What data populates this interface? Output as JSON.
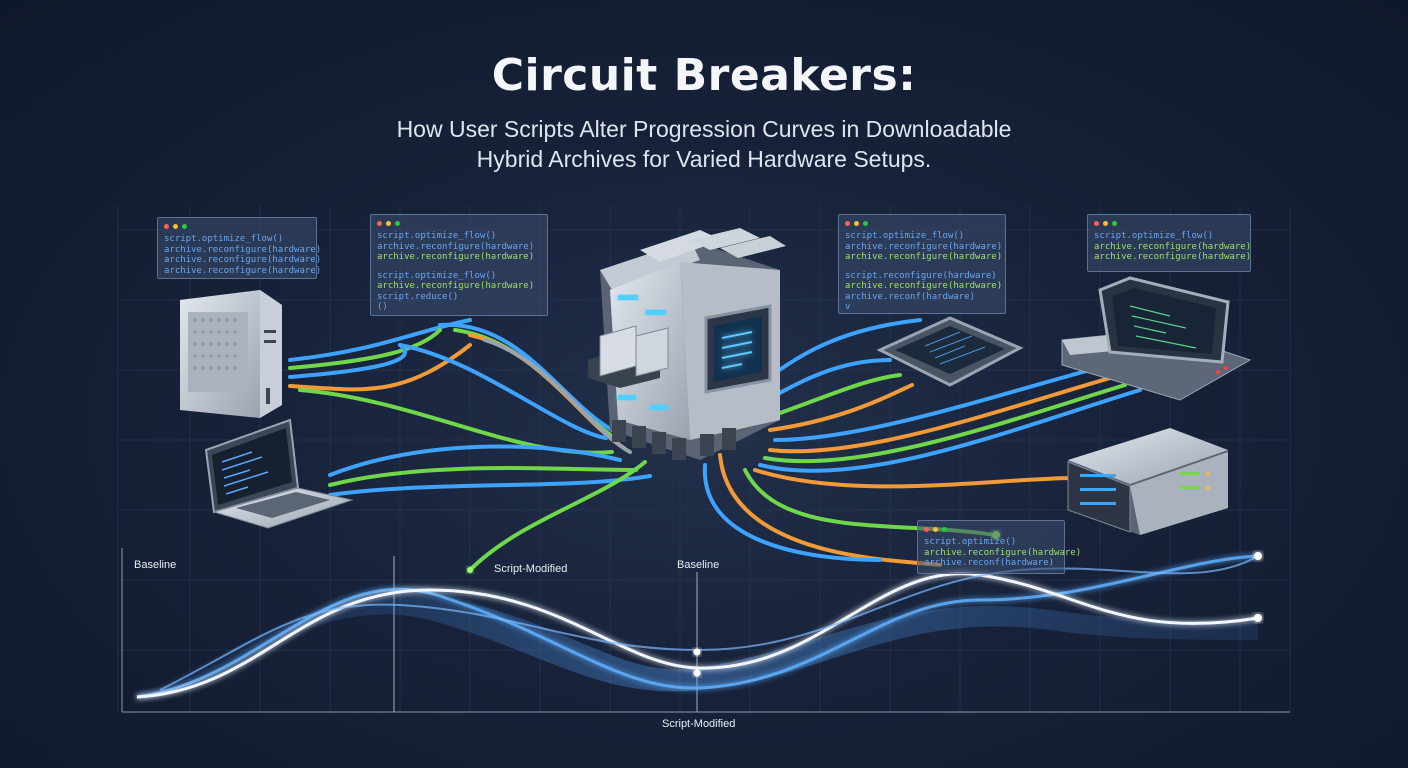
{
  "title": "Circuit Breakers:",
  "subtitle": {
    "line1": "How User Scripts Alter Progression Curves in Downloadable",
    "line2": "Hybrid Archives for Varied Hardware Setups."
  },
  "panels": [
    {
      "lines": [
        "script.optimize_flow()",
        "archive.reconfigure(hardware)",
        "archive.reconfigure(hardware)",
        "archive.reconfigure(hardware)"
      ]
    },
    {
      "lines": [
        "script.optimize_flow()",
        "archive.reconfigure(hardware)",
        "archive.reconfigure(hardware)",
        "",
        "script.optimize_flow()",
        "archive.reconfigure(hardware)",
        "script.reduce()",
        "()"
      ]
    },
    {
      "lines": [
        "script.optimize_flow()",
        "archive.reconfigure(hardware)",
        "archive.reconfigure(hardware)",
        "",
        "script.reconfigure(hardware)",
        "archive.reconfigure(hardware)",
        "archive.reconf(hardware)",
        "v"
      ]
    },
    {
      "lines": [
        "script.optimize_flow()",
        "archive.reconfigure(hardware)",
        "archive.reconfigure(hardware)"
      ]
    },
    {
      "lines": [
        "script.optimize()",
        "archive.reconfigure(hardware)",
        "archive.reconf(hardware)"
      ]
    }
  ],
  "chart_labels": {
    "baseline_left": "Baseline",
    "script_modified_mid": "Script-Modified",
    "baseline_mid": "Baseline",
    "script_modified_axis": "Script-Modified"
  },
  "colors": {
    "background": "#17223a",
    "cable_blue": "#3ea3ff",
    "cable_green": "#6fd84a",
    "cable_orange": "#f29a38",
    "cable_gray": "#9aa3ad",
    "curve_white": "#f2f6ff",
    "curve_blue": "#5fb0ff"
  },
  "icons": [
    "tower-pc-icon",
    "laptop-icon",
    "circuit-breaker-icon",
    "tablet-icon",
    "tablet-dock-icon",
    "rack-server-icon"
  ]
}
